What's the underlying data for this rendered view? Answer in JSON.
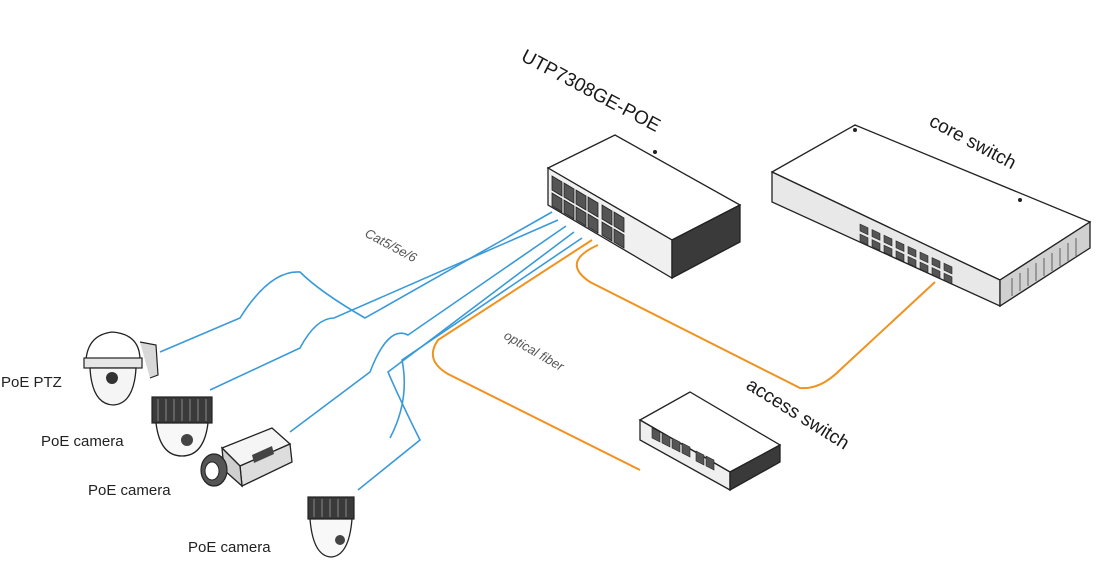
{
  "devices": {
    "main_switch": {
      "label": "UTP7308GE-POE"
    },
    "core_switch": {
      "label": "core switch"
    },
    "access_switch": {
      "label": "access switch"
    },
    "cameras": [
      {
        "label": "PoE PTZ",
        "kind": "ptz"
      },
      {
        "label": "PoE camera",
        "kind": "dome"
      },
      {
        "label": "PoE camera",
        "kind": "box"
      },
      {
        "label": "PoE camera",
        "kind": "dome"
      }
    ]
  },
  "cables": {
    "copper_label": "Cat5/5e/6",
    "fiber_label": "optical fiber"
  },
  "colors": {
    "copper": "#3a9ad9",
    "fiber": "#f0921e",
    "device_stroke": "#222222"
  }
}
